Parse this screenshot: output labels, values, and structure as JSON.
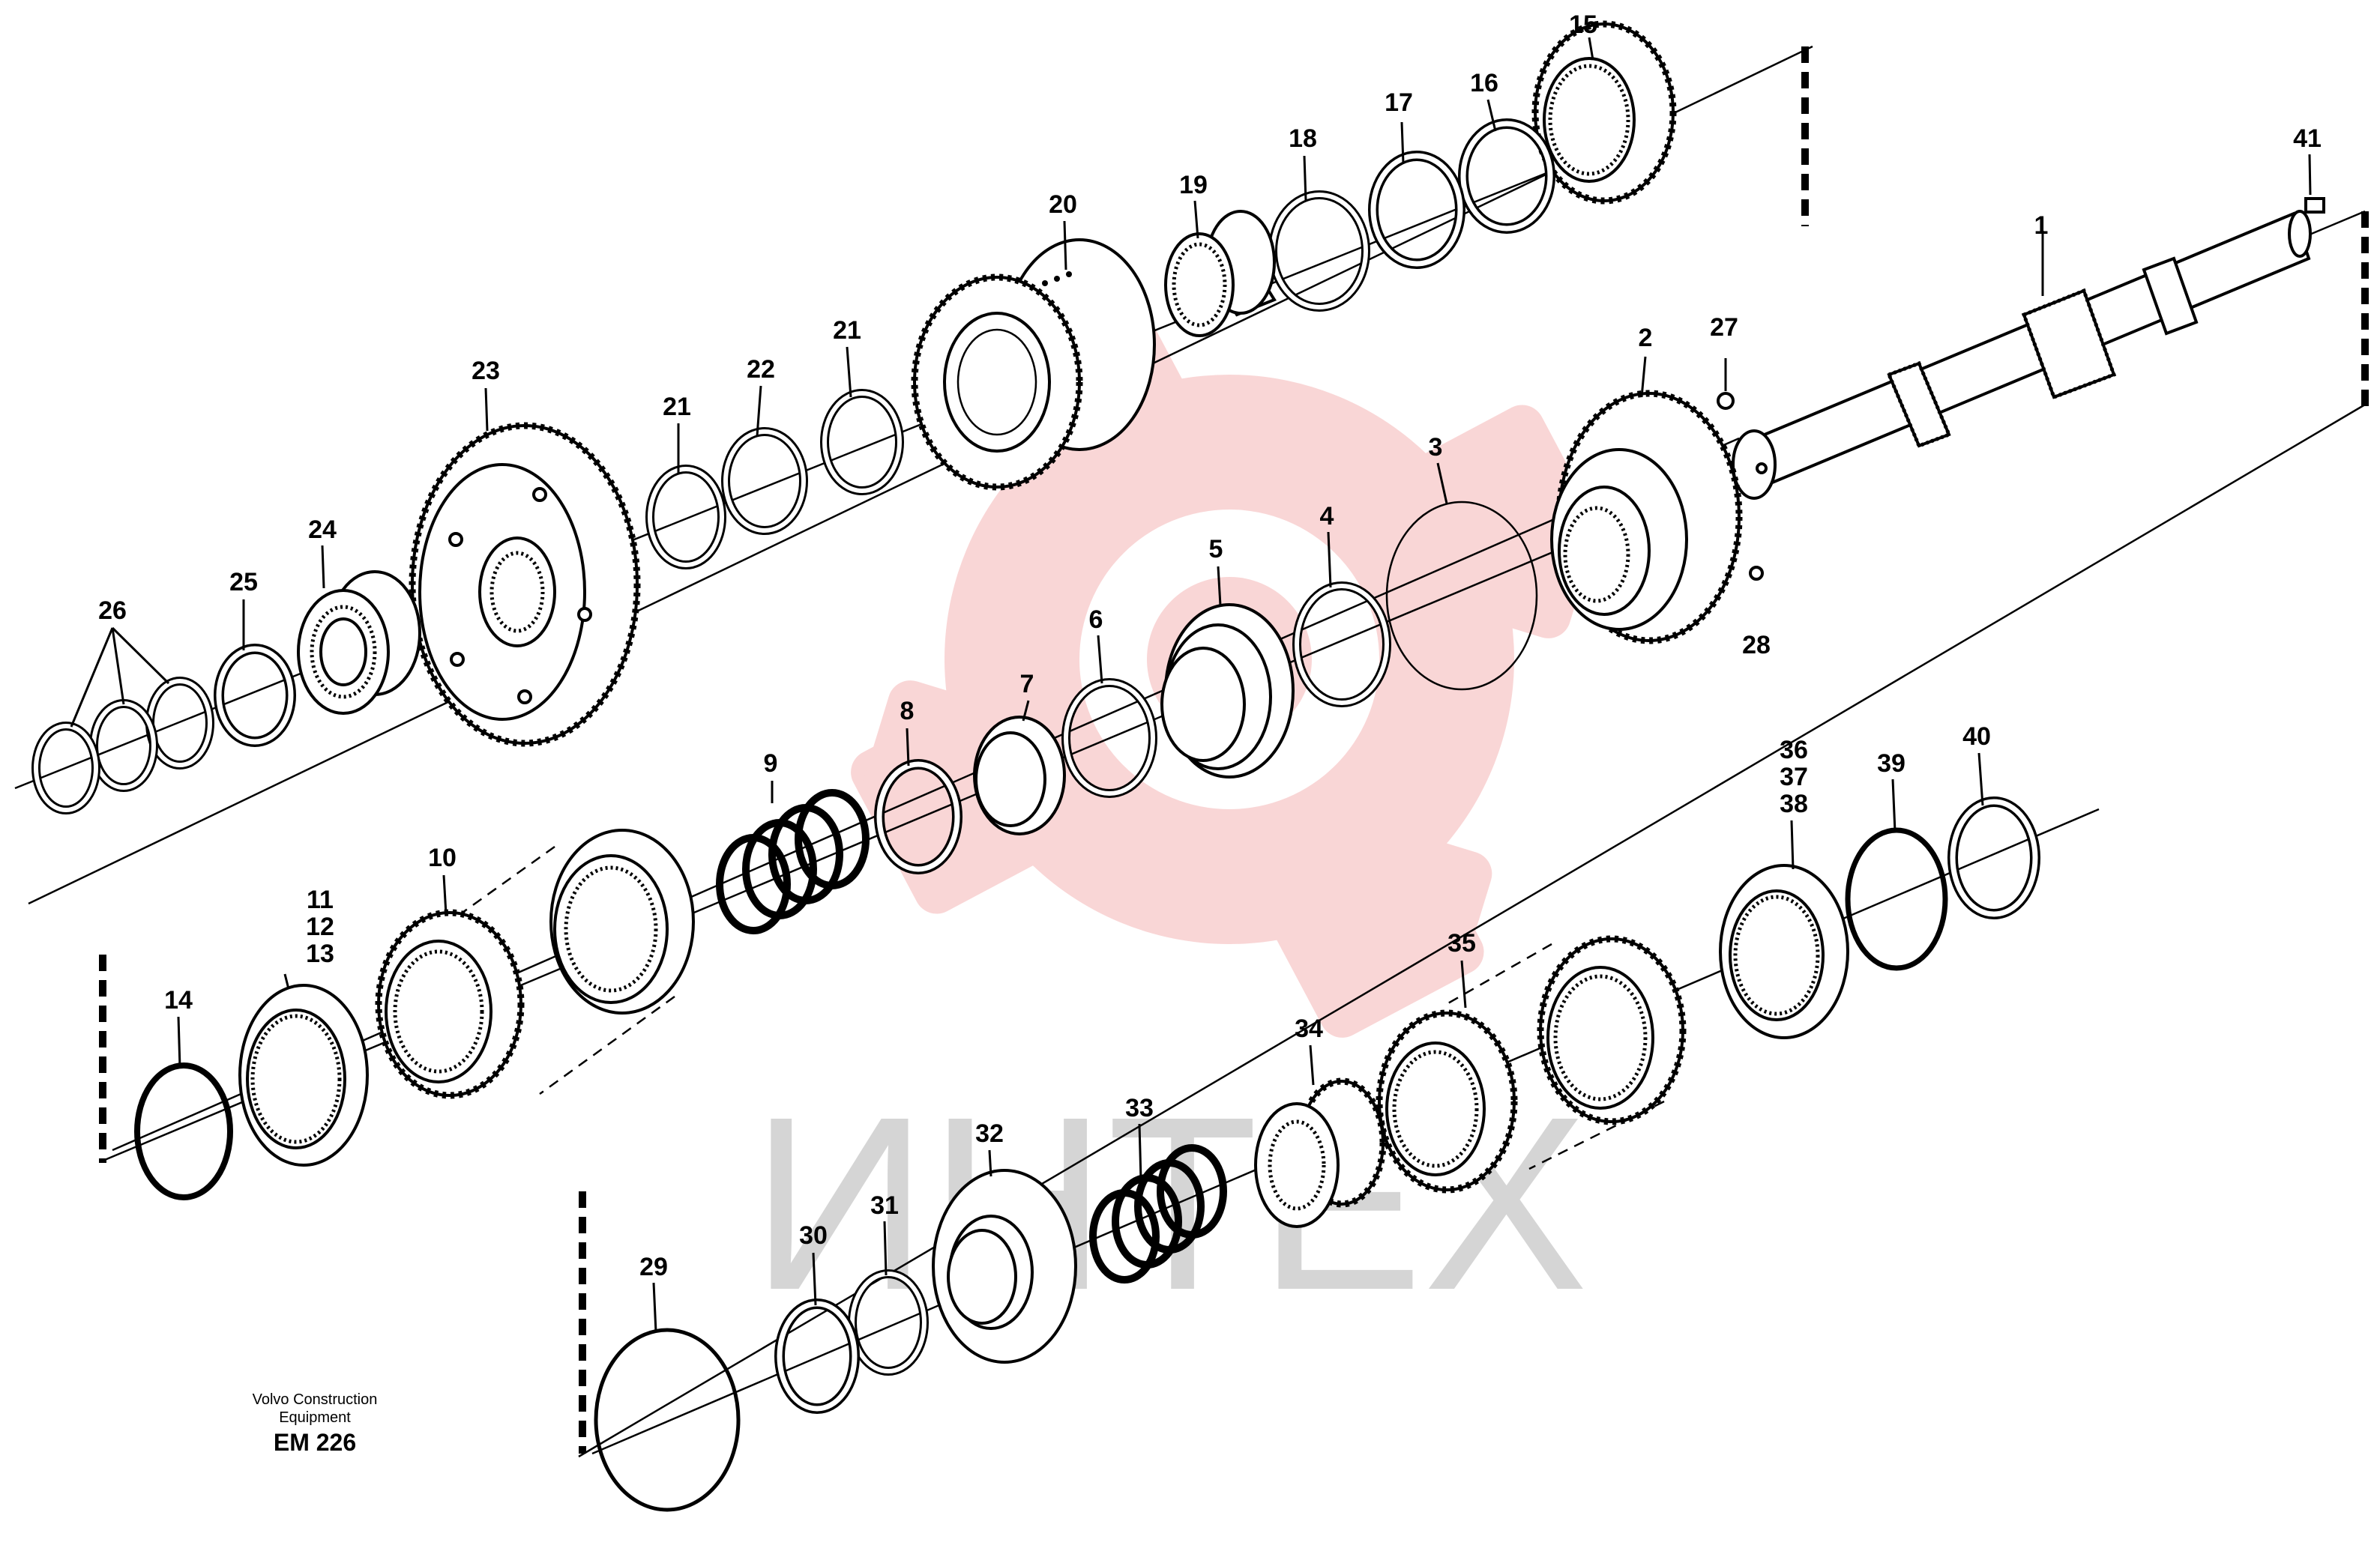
{
  "caption": {
    "line1": "Volvo Construction",
    "line2": "Equipment",
    "code": "EM 226"
  },
  "watermark_text": "ИНТЕХ",
  "watermark_colors": {
    "gear": "#f5b5b5",
    "text": "#c8c8c8"
  },
  "callouts": {
    "c1": "1",
    "c2": "2",
    "c3": "3",
    "c4": "4",
    "c5": "5",
    "c6": "6",
    "c7": "7",
    "c8": "8",
    "c9": "9",
    "c10": "10",
    "c11": "11",
    "c12": "12",
    "c13": "13",
    "c14": "14",
    "c15": "15",
    "c16": "16",
    "c17": "17",
    "c18": "18",
    "c19": "19",
    "c20": "20",
    "c21a": "21",
    "c21b": "21",
    "c22": "22",
    "c23": "23",
    "c24": "24",
    "c25": "25",
    "c26": "26",
    "c27": "27",
    "c28": "28",
    "c29": "29",
    "c30": "30",
    "c31": "31",
    "c32": "32",
    "c33": "33",
    "c34": "34",
    "c35": "35",
    "c36": "36",
    "c37": "37",
    "c38": "38",
    "c39": "39",
    "c40": "40",
    "c41": "41"
  }
}
